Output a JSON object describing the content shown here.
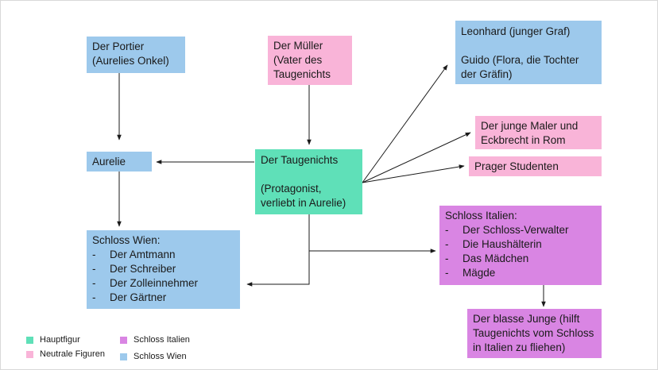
{
  "nodes": {
    "portier": {
      "lines": [
        "Der Portier",
        "(Aurelies Onkel)"
      ],
      "color": "#9dc9ec"
    },
    "mueller": {
      "lines": [
        "Der Müller",
        "(Vater des",
        "Taugenichts"
      ],
      "color": "#f9b4d8"
    },
    "leonhard": {
      "line1": "Leonhard (junger Graf)",
      "line2": "Guido (Flora, die Tochter",
      "line3": "der Gräfin)",
      "color": "#9dc9ec"
    },
    "maler": {
      "lines": [
        "Der junge Maler und",
        "Eckbrecht in Rom"
      ],
      "color": "#f9b4d8"
    },
    "prager": {
      "lines": [
        "Prager Studenten"
      ],
      "color": "#f9b4d8"
    },
    "aurelie": {
      "lines": [
        "Aurelie"
      ],
      "color": "#9dc9ec"
    },
    "taugenichts": {
      "line1": "Der Taugenichts",
      "line2": "(Protagonist,",
      "line3": "verliebt in Aurelie)",
      "color": "#5fe0b8"
    },
    "schloss_wien": {
      "title": "Schloss Wien:",
      "dash": "-",
      "items": [
        "Der Amtmann",
        "Der Schreiber",
        "Der Zolleinnehmer",
        "Der Gärtner"
      ],
      "color": "#9dc9ec"
    },
    "schloss_italien": {
      "title": "Schloss Italien:",
      "dash": "-",
      "items": [
        "Der Schloss-Verwalter",
        "Die Haushälterin",
        "Das Mädchen",
        "Mägde"
      ],
      "color": "#d985e3"
    },
    "junge": {
      "lines": [
        "Der blasse Junge (hilft",
        "Taugenichts vom Schloss",
        "in Italien zu fliehen)"
      ],
      "color": "#d985e3"
    }
  },
  "legend": [
    {
      "label": "Hauptfigur",
      "color": "#5fe0b8"
    },
    {
      "label": "Neutrale Figuren",
      "color": "#f9b4d8"
    },
    {
      "label": "Schloss Italien",
      "color": "#d985e3"
    },
    {
      "label": "Schloss Wien",
      "color": "#9dc9ec"
    }
  ]
}
